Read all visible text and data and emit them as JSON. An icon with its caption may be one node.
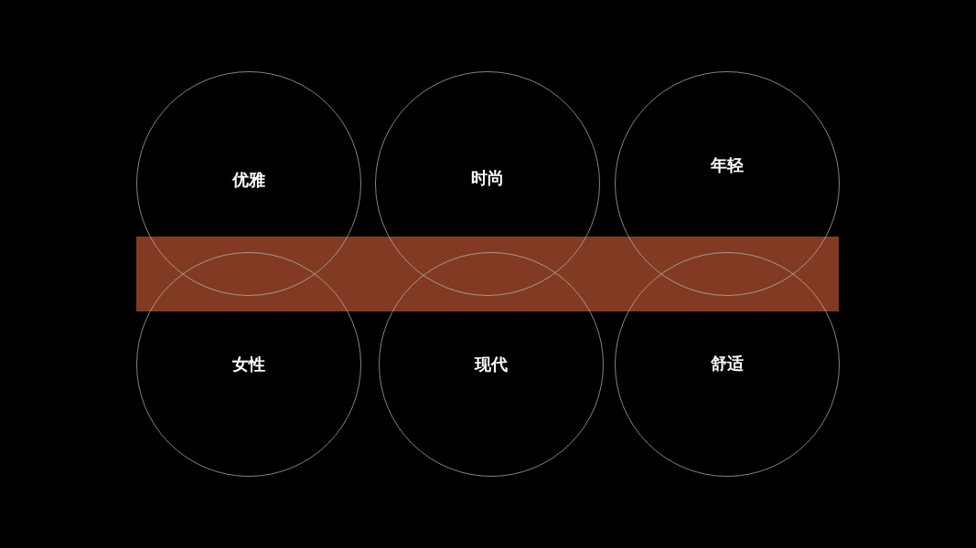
{
  "diagram": {
    "nodes": [
      {
        "text": [
          "优雅"
        ]
      },
      {
        "text": [
          "时尚"
        ]
      },
      {
        "text": [
          "年轻"
        ]
      },
      {
        "text": [],
        "shape": "bar"
      },
      {
        "text": [
          "女性"
        ]
      },
      {
        "text": [
          "现代"
        ]
      },
      {
        "text": [
          "舒适"
        ]
      }
    ]
  }
}
